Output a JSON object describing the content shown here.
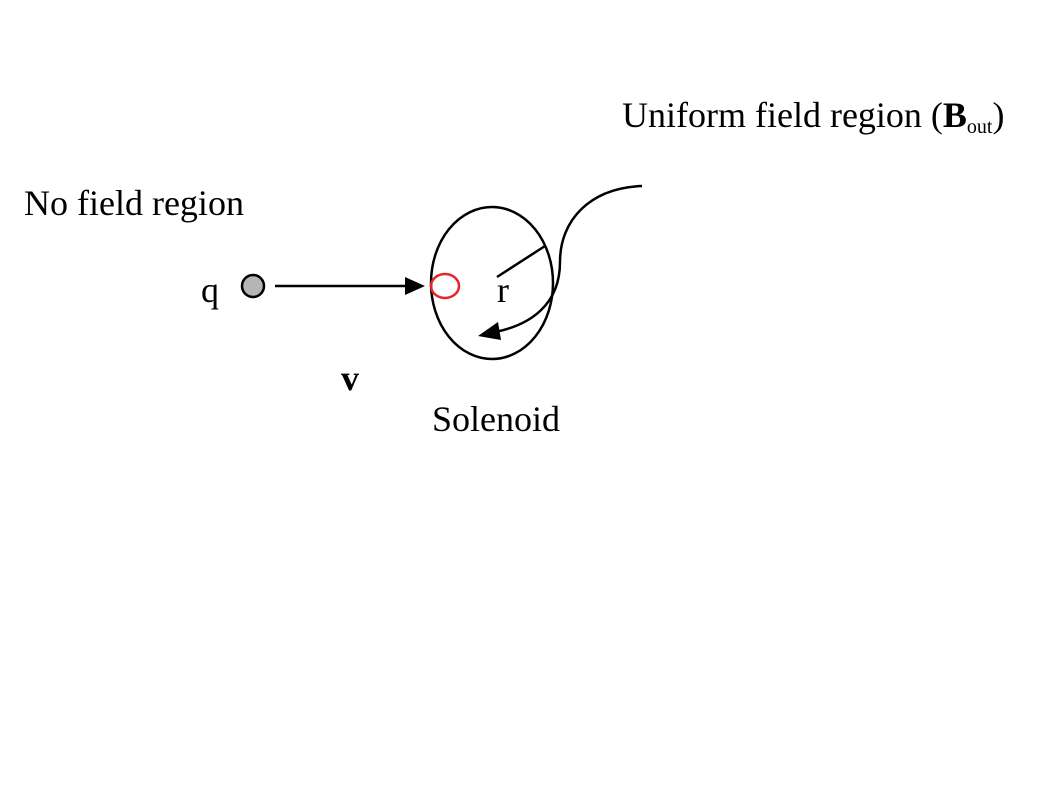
{
  "labels": {
    "uniform_region_prefix": "Uniform field region (",
    "uniform_region_B": "B",
    "uniform_region_sub": "out",
    "uniform_region_suffix": ")",
    "no_field_region": "No field region",
    "charge": "q",
    "radius": "r",
    "velocity": "v",
    "solenoid": "Solenoid"
  },
  "colors": {
    "charge_fill": "#b5b5b5",
    "small_loop": "#e8242b",
    "stroke": "#000000"
  }
}
